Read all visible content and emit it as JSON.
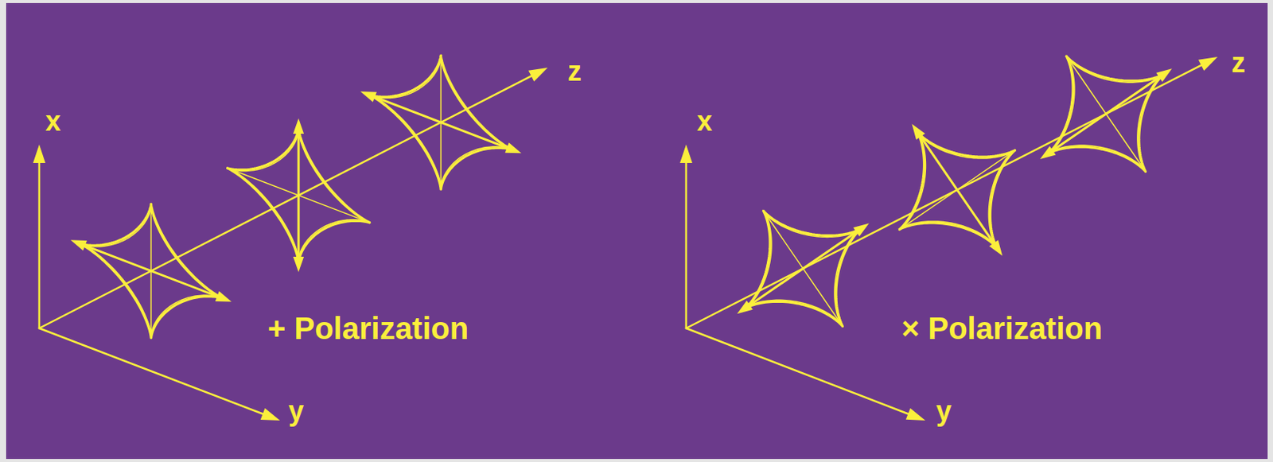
{
  "diagram": {
    "labels": [
      "x",
      "y",
      "z",
      "+ Polarization",
      "x",
      "y",
      "z",
      "× Polarization"
    ]
  }
}
